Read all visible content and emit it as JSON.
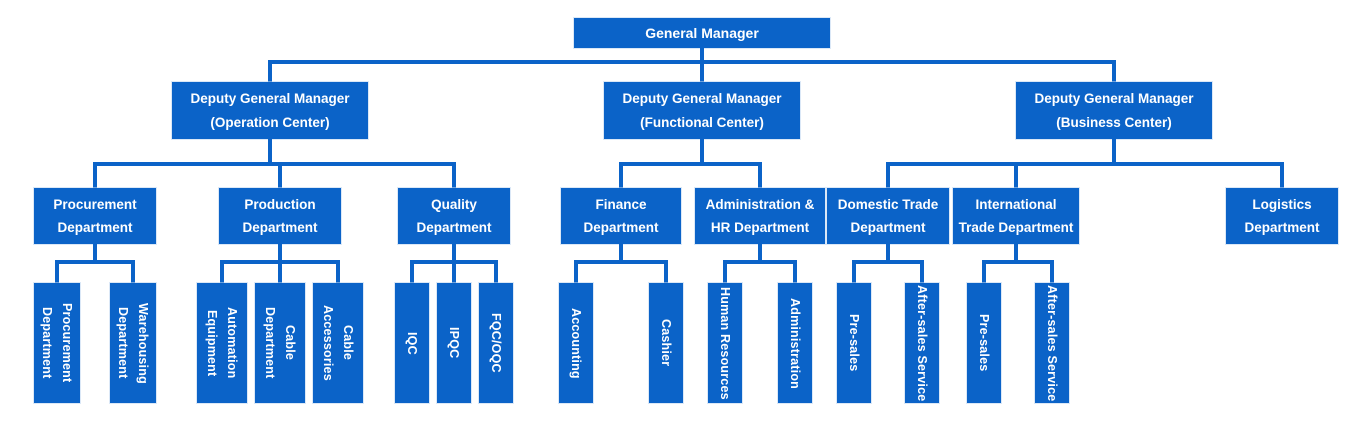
{
  "colors": {
    "node_fill": "#0b63c8",
    "connector": "#0b63c8",
    "node_text": "#ffffff",
    "background": "#ffffff"
  },
  "org": {
    "root": {
      "id": "general-manager",
      "label": "General Manager",
      "children": [
        {
          "id": "dgm-operation",
          "label": "Deputy General Manager\n(Operation Center)",
          "children": [
            {
              "id": "procurement-department",
              "label": "Procurement\nDepartment",
              "children": [
                {
                  "id": "procurement-department-sub",
                  "label": "Procurement\nDepartment",
                  "vertical": true
                },
                {
                  "id": "warehousing-department",
                  "label": "Warehousing\nDepartment",
                  "vertical": true
                }
              ]
            },
            {
              "id": "production-department",
              "label": "Production\nDepartment",
              "children": [
                {
                  "id": "automation-equipment",
                  "label": "Automation\nEquipment",
                  "vertical": true
                },
                {
                  "id": "cable-department",
                  "label": "Cable\nDepartment",
                  "vertical": true
                },
                {
                  "id": "cable-accessories",
                  "label": "Cable\nAccessories",
                  "vertical": true
                }
              ]
            },
            {
              "id": "quality-department",
              "label": "Quality\nDepartment",
              "children": [
                {
                  "id": "iqc",
                  "label": "IQC",
                  "vertical": true
                },
                {
                  "id": "ipqc",
                  "label": "IPQC",
                  "vertical": true
                },
                {
                  "id": "fqc-oqc",
                  "label": "FQC/OQC",
                  "vertical": true
                }
              ]
            }
          ]
        },
        {
          "id": "dgm-functional",
          "label": "Deputy General Manager\n(Functional Center)",
          "children": [
            {
              "id": "finance-department",
              "label": "Finance\nDepartment",
              "children": [
                {
                  "id": "accounting",
                  "label": "Accounting",
                  "vertical": true
                },
                {
                  "id": "cashier",
                  "label": "Cashier",
                  "vertical": true
                }
              ]
            },
            {
              "id": "administration-hr-department",
              "label": "Administration &\nHR Department",
              "children": [
                {
                  "id": "human-resources",
                  "label": "Human Resources",
                  "vertical": true
                },
                {
                  "id": "administration",
                  "label": "Administration",
                  "vertical": true
                }
              ]
            }
          ]
        },
        {
          "id": "dgm-business",
          "label": "Deputy General Manager\n(Business Center)",
          "children": [
            {
              "id": "domestic-trade-department",
              "label": "Domestic Trade\nDepartment",
              "children": [
                {
                  "id": "domestic-pre-sales",
                  "label": "Pre-sales",
                  "vertical": true
                },
                {
                  "id": "domestic-after-sales-service",
                  "label": "After-sales Service",
                  "vertical": true
                }
              ]
            },
            {
              "id": "international-trade-department",
              "label": "International\nTrade Department",
              "children": [
                {
                  "id": "international-pre-sales",
                  "label": "Pre-sales",
                  "vertical": true
                },
                {
                  "id": "international-after-sales-service",
                  "label": "After-sales Service",
                  "vertical": true
                }
              ]
            },
            {
              "id": "logistics-department",
              "label": "Logistics\nDepartment"
            }
          ]
        }
      ]
    }
  }
}
